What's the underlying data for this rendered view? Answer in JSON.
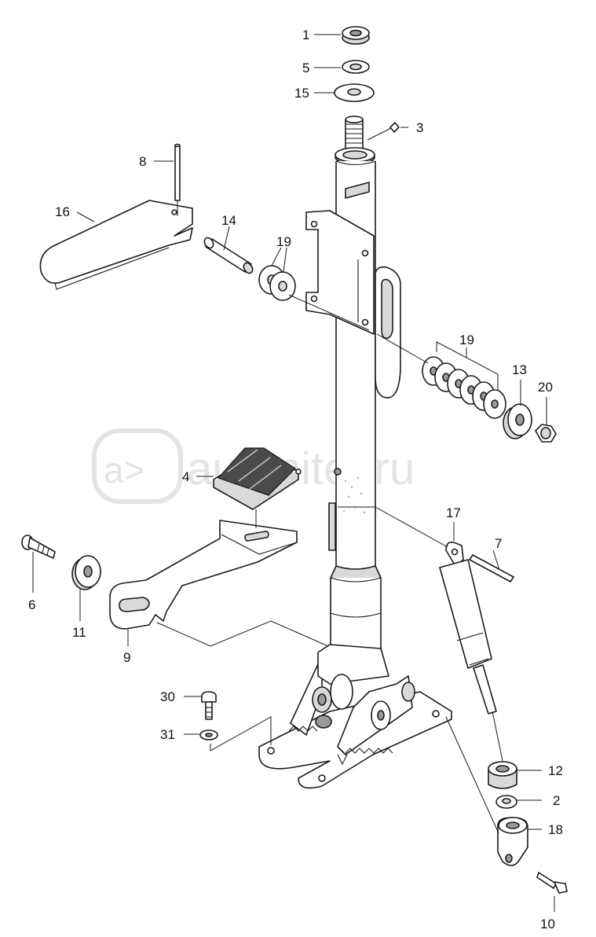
{
  "watermark": {
    "text": "autopiter.ru"
  },
  "callouts": {
    "p1": "1",
    "p5": "5",
    "p15": "15",
    "p3": "3",
    "p8": "8",
    "p16": "16",
    "p14": "14",
    "p19a": "19",
    "p19b": "19",
    "p13": "13",
    "p20": "20",
    "p4": "4",
    "p17": "17",
    "p7": "7",
    "p6": "6",
    "p11": "11",
    "p9": "9",
    "p30": "30",
    "p31": "31",
    "p12": "12",
    "p2": "2",
    "p18": "18",
    "p10": "10"
  }
}
